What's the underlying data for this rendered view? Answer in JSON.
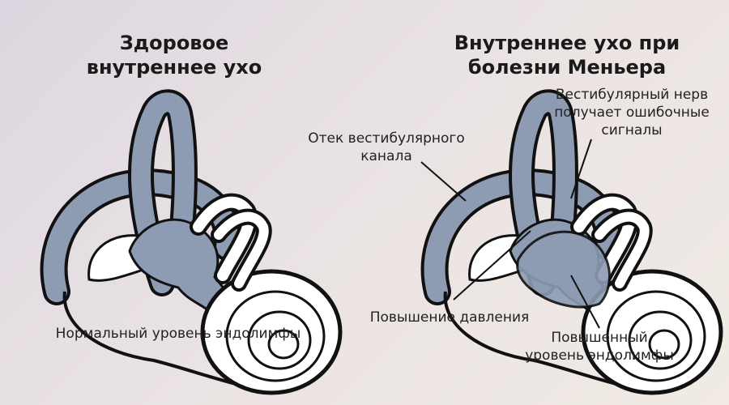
{
  "healthy": {
    "title": "Здоровое\nвнутреннее ухо",
    "caption": "Нормальный уровень эндолимфы"
  },
  "menieres": {
    "title": "Внутреннее ухо при\nболезни Меньера",
    "labels": {
      "nerve": "Вестибулярный нерв\nполучает ошибочные\nсигналы",
      "edema": "Отек вестибулярного\nканала",
      "pressure": "Повышение давления",
      "endolymph": "Повышенный\nуровень эндолимфы"
    }
  },
  "colors": {
    "fill": "#8d9bb3",
    "fill_light": "#b9c3d3",
    "outline": "#111111",
    "background": "#e6dfe2"
  }
}
